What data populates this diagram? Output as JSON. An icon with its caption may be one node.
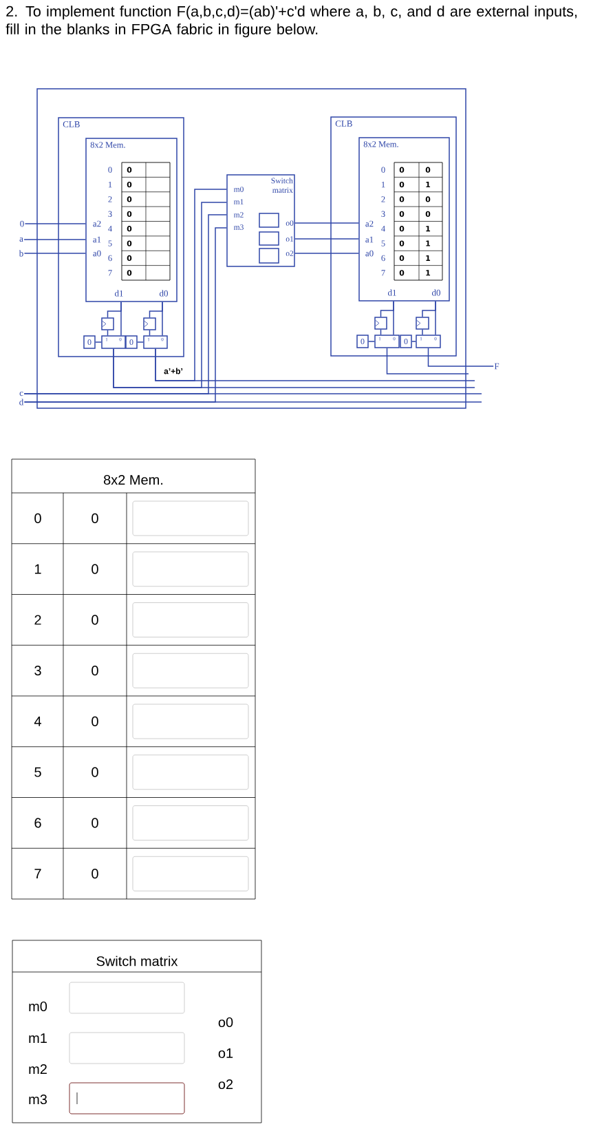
{
  "diagram": {
    "title": "2. To implement function F(a,b,c,d)=(ab)'+c'd where a, b, c, and d are external inputs, fill in the blanks in FPGA fabric in figure below.",
    "nodes": [
      {
        "text": [],
        "shape": "box"
      },
      {
        "text": [
          "CLB"
        ],
        "in": 0
      },
      {
        "text": [
          "8x2 Mem."
        ],
        "in": 1
      },
      {
        "text": [],
        "shape": "box",
        "in": 1
      },
      {
        "text": [
          "1",
          "0"
        ],
        "in": 1
      },
      {
        "text": [
          "0"
        ],
        "in": 1
      },
      {
        "text": [],
        "shape": "box",
        "in": 1
      },
      {
        "text": [
          "1",
          "0"
        ],
        "in": 1
      },
      {
        "text": [
          "0"
        ],
        "in": 1
      },
      {
        "text": [
          "Switch matrix"
        ],
        "in": 0
      },
      {
        "text": [],
        "shape": "box",
        "in": 9
      },
      {
        "text": [],
        "shape": "box",
        "in": 9
      },
      {
        "text": [],
        "shape": "box",
        "in": 9
      },
      {
        "text": [
          "CLB"
        ],
        "in": 0
      },
      {
        "text": [
          "8x2 Mem."
        ],
        "in": 13
      },
      {
        "text": [],
        "shape": "box",
        "in": 13
      },
      {
        "text": [
          "1",
          "0"
        ],
        "in": 13
      },
      {
        "text": [
          "0"
        ],
        "in": 13
      },
      {
        "text": [],
        "shape": "box",
        "in": 13
      },
      {
        "text": [
          "1",
          "0"
        ],
        "in": 13
      },
      {
        "text": [
          "0"
        ],
        "in": 13
      },
      {
        "text": [
          "0"
        ]
      },
      {
        "text": [
          "a"
        ]
      },
      {
        "text": [
          "b"
        ]
      },
      {
        "text": [
          "c"
        ]
      },
      {
        "text": [
          "d"
        ]
      },
      {
        "text": [
          "F"
        ]
      }
    ],
    "edges": [
      {
        "from": 21,
        "to": 2,
        "arrow": "none"
      },
      {
        "from": 22,
        "to": 2,
        "arrow": "none"
      },
      {
        "from": 23,
        "to": 2,
        "arrow": "none"
      },
      {
        "from": 2,
        "to": 4,
        "arrow": "none"
      },
      {
        "from": 2,
        "to": 3,
        "arrow": "none"
      },
      {
        "from": 3,
        "to": 4,
        "arrow": "none"
      },
      {
        "from": 5,
        "to": 4,
        "arrow": "none"
      },
      {
        "from": 2,
        "to": 7,
        "arrow": "none"
      },
      {
        "from": 2,
        "to": 6,
        "arrow": "none"
      },
      {
        "from": 6,
        "to": 7,
        "arrow": "none"
      },
      {
        "from": 8,
        "to": 7,
        "arrow": "none"
      },
      {
        "from": 4,
        "to": 9,
        "arrow": "none"
      },
      {
        "from": 4,
        "to": null,
        "arrow": "none"
      },
      {
        "from": 7,
        "to": 9,
        "arrow": "none",
        "label": "a’+b’"
      },
      {
        "from": 7,
        "to": null,
        "arrow": "none"
      },
      {
        "from": 24,
        "to": 9,
        "arrow": "none"
      },
      {
        "from": 24,
        "to": null,
        "arrow": "none"
      },
      {
        "from": 25,
        "to": 9,
        "arrow": "none"
      },
      {
        "from": 25,
        "to": null,
        "arrow": "none"
      },
      {
        "from": 9,
        "to": 14,
        "arrow": "none"
      },
      {
        "from": 9,
        "to": 14,
        "arrow": "none"
      },
      {
        "from": 9,
        "to": 14,
        "arrow": "none"
      },
      {
        "from": 14,
        "to": 16,
        "arrow": "none"
      },
      {
        "from": 14,
        "to": 15,
        "arrow": "none"
      },
      {
        "from": 15,
        "to": 16,
        "arrow": "none"
      },
      {
        "from": 17,
        "to": 16,
        "arrow": "none"
      },
      {
        "from": 14,
        "to": 19,
        "arrow": "none"
      },
      {
        "from": 14,
        "to": 18,
        "arrow": "none"
      },
      {
        "from": 18,
        "to": 19,
        "arrow": "none"
      },
      {
        "from": 20,
        "to": 19,
        "arrow": "none"
      },
      {
        "from": 16,
        "to": null,
        "arrow": "none"
      },
      {
        "from": 19,
        "to": 26,
        "arrow": "none"
      }
    ],
    "labels": [
      "0",
      "0",
      "1",
      "0",
      "2",
      "0",
      "3",
      "0",
      "4",
      "0",
      "5",
      "0",
      "6",
      "0",
      "7",
      "0",
      "a2",
      "a1",
      "a0",
      "d1",
      "d0",
      "m0",
      "m1",
      "m2",
      "m3",
      "o0",
      "o1",
      "o2",
      "0",
      "0",
      "0",
      "1",
      "0",
      "1",
      "2",
      "0",
      "0",
      "3",
      "0",
      "0",
      "4",
      "0",
      "1",
      "5",
      "0",
      "1",
      "6",
      "0",
      "1",
      "7",
      "0",
      "1",
      "a2",
      "a1",
      "a0",
      "d1",
      "d0",
      "8x2 Mem.",
      "0",
      "0",
      "1",
      "0",
      "2",
      "0",
      "3",
      "0",
      "4",
      "0",
      "5",
      "0",
      "6",
      "0",
      "7",
      "0",
      "Switch matrix",
      "m0",
      "m1",
      "m2",
      "m3",
      "o0",
      "o1",
      "o2"
    ]
  }
}
